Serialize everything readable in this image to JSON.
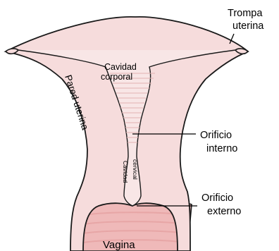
{
  "labels": {
    "tube_line1": "Trompa",
    "tube_line2": "uterina",
    "cavity_line1": "Cavidad",
    "cavity_line2": "corporal",
    "wall": "Pared uterina",
    "internal_os_line1": "Orificio",
    "internal_os_line2": "interno",
    "external_os_line1": "Orificio",
    "external_os_line2": "externo",
    "cervical_line1": "Cavidad",
    "cervical_line2": "cervical",
    "vagina": "Vagina"
  },
  "colors": {
    "tissue_fill": "#f6dcdc",
    "vagina_fill": "#efb9b9",
    "vagina_ridge": "#e7a6a6",
    "cavity_lines": "#e2b3b3",
    "outline": "#1a1a1a",
    "tube_edge": "#b8a6a6"
  }
}
